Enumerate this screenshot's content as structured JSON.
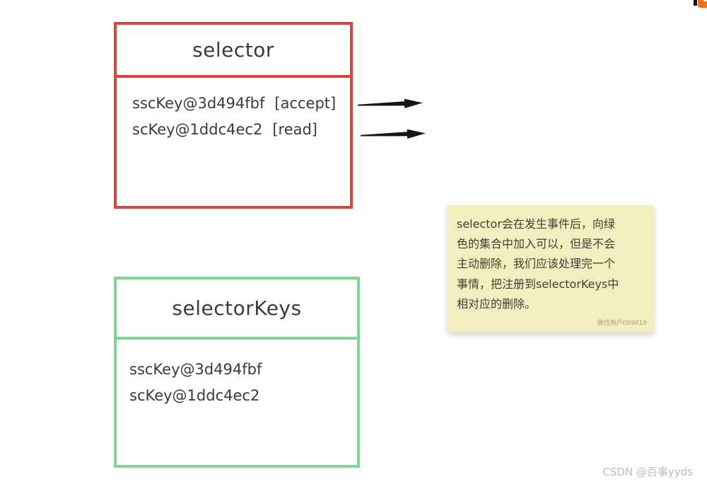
{
  "selector_box": {
    "title": "selector",
    "border_color": "#d9453e",
    "entries": [
      {
        "key": "sscKey@3d494fbf",
        "op": "[accept]"
      },
      {
        "key": "scKey@1ddc4ec2",
        "op": "[read]"
      }
    ]
  },
  "selector_keys_box": {
    "title": "selectorKeys",
    "border_color": "#7ed694",
    "entries": [
      "sscKey@3d494fbf",
      "scKey@1ddc4ec2"
    ]
  },
  "arrows": {
    "count": 2,
    "color": "#161616",
    "direction": "right"
  },
  "note": {
    "bg_color": "#f1efc0",
    "lines": [
      "selector会在发生事件后，向绿",
      "色的集合中加入可以，但是不会",
      "主动删除，我们应该处理完一个",
      "事情，把注册到selectorKeys中",
      "相对应的删除。"
    ],
    "full_text": "selector会在发生事件后，向绿色的集合中加入可以，但是不会主动删除，我们应该处理完一个事情，把注册到selectorKeys中相对应的删除。",
    "watermark": "微信用户089018"
  },
  "page_watermark": "CSDN @百事yyds"
}
